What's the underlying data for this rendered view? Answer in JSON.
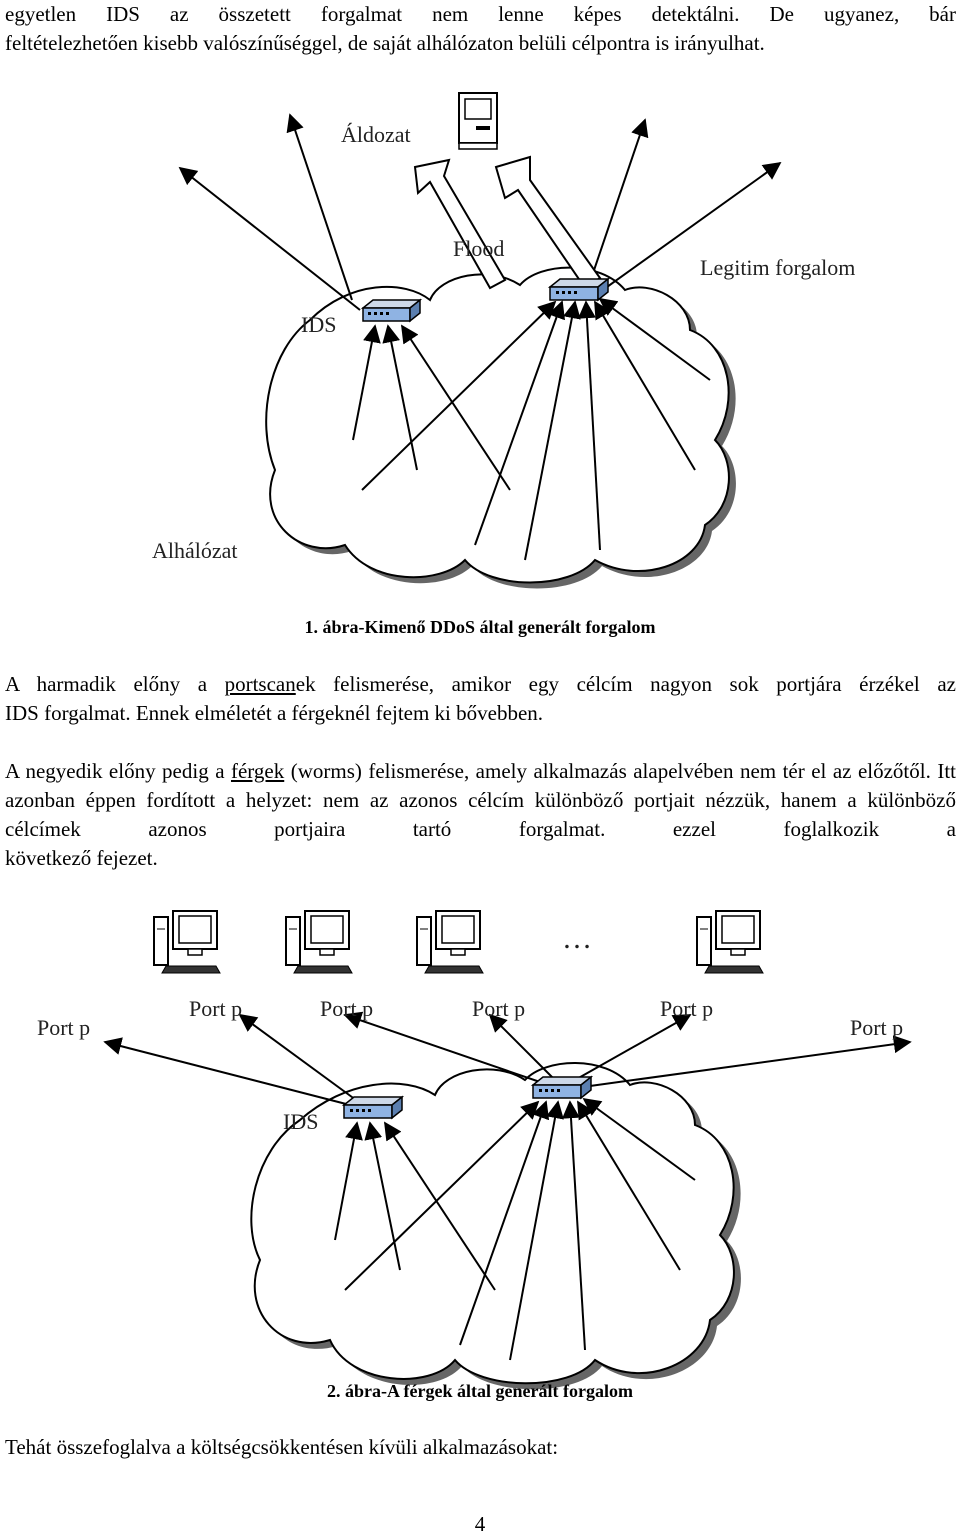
{
  "intro": {
    "line1": "egyetlen IDS az összetett forgalmat nem lenne képes detektálni. De ugyanez, bár",
    "line2": "feltételezhetően kisebb valószínűséggel, de saját alhálózaton belüli célpontra is irányulhat."
  },
  "figure1": {
    "labels": {
      "victim": "Áldozat",
      "flood": "Flood",
      "legit": "Legitim forgalom",
      "ids": "IDS",
      "subnet": "Alhálózat"
    },
    "caption": "1. ábra-Kimenő DDoS által generált forgalom"
  },
  "para3": {
    "before": "A harmadik előny a ",
    "link": "portscan",
    "after": "ek felismerése, amikor egy célcím nagyon sok portjára érzékel az",
    "last": "IDS forgalmat. Ennek elméletét a férgeknél fejtem ki bővebben."
  },
  "para4": {
    "before": "A negyedik előny pedig a ",
    "link": "férgek",
    "after": " (worms) felismerése, amely alkalmazás alapelvében nem tér el az előzőtől. Itt azonban éppen fordított a helyzet: nem az azonos célcím különböző portjait nézzük, hanem a különböző célcímek azonos portjaira tartó forgalmat. ezzel foglalkozik a",
    "last": "következő fejezet."
  },
  "figure2": {
    "labels": {
      "port_1": "Port p",
      "port_2": "Port p",
      "port_3": "Port p",
      "port_4": "Port p",
      "port_5": "Port p",
      "port_6": "Port p",
      "ellipsis": "…",
      "ids": "IDS"
    },
    "caption": "2. ábra-A férgek által generált forgalom"
  },
  "closing": "Tehát összefoglalva a költségcsökkentésen kívüli alkalmazásokat:",
  "page_number": "4"
}
